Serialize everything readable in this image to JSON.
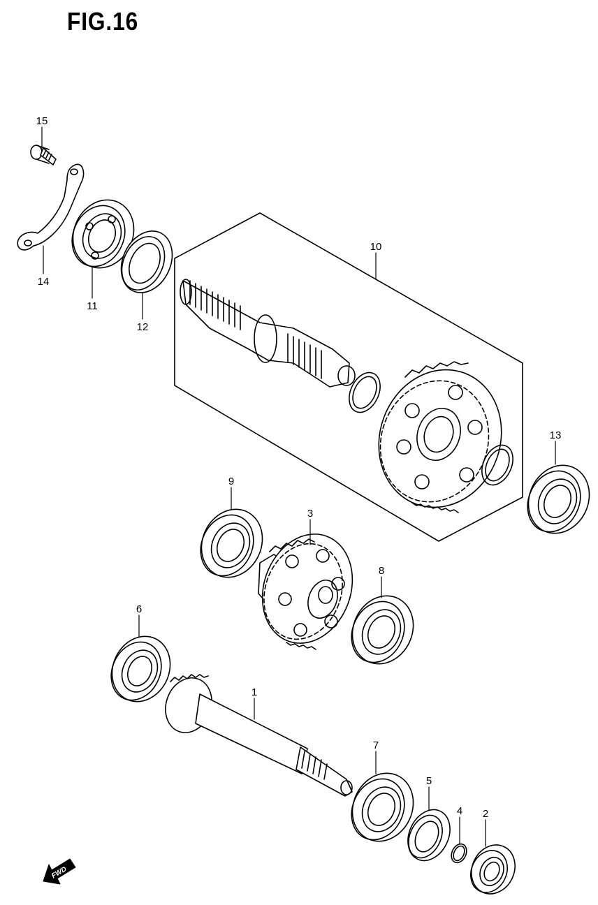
{
  "title": "FIG.16",
  "fwd_label": "FWD",
  "parts": [
    {
      "id": "1",
      "label": "1"
    },
    {
      "id": "2",
      "label": "2"
    },
    {
      "id": "3",
      "label": "3"
    },
    {
      "id": "4",
      "label": "4"
    },
    {
      "id": "5",
      "label": "5"
    },
    {
      "id": "6",
      "label": "6"
    },
    {
      "id": "7",
      "label": "7"
    },
    {
      "id": "8",
      "label": "8"
    },
    {
      "id": "9",
      "label": "9"
    },
    {
      "id": "10",
      "label": "10"
    },
    {
      "id": "11",
      "label": "11"
    },
    {
      "id": "12",
      "label": "12"
    },
    {
      "id": "13",
      "label": "13"
    },
    {
      "id": "14",
      "label": "14"
    },
    {
      "id": "15",
      "label": "15"
    }
  ]
}
